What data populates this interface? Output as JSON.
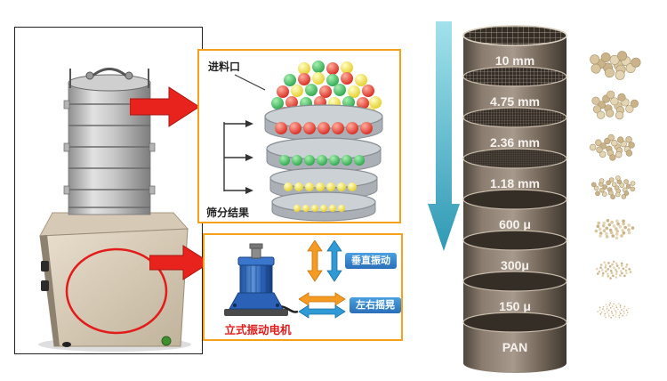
{
  "sieve_inset": {
    "feed_label": "进料口",
    "result_label": "筛分结果"
  },
  "motor_inset": {
    "vertical_vibration_label": "垂直振动",
    "horizontal_shake_label": "左右摇晃",
    "caption": "立式振动电机"
  },
  "right_stack": {
    "items": [
      {
        "label": "10 mm"
      },
      {
        "label": "4.75 mm"
      },
      {
        "label": "2.36 mm"
      },
      {
        "label": "1.18 mm"
      },
      {
        "label": "600 μ"
      },
      {
        "label": "300μ"
      },
      {
        "label": "150 μ"
      },
      {
        "label": "PAN"
      }
    ]
  },
  "colors": {
    "accent_orange": "#f7a11a",
    "arrow_red": "#e8231d",
    "teal_arrow": "#49b0c6",
    "badge_blue": "#2f7fc1",
    "caption_red": "#e21b1b",
    "sieve_body": "#8d8071"
  }
}
